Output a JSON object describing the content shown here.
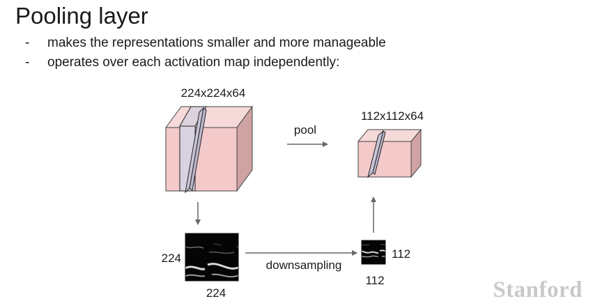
{
  "slide": {
    "title": "Pooling layer",
    "bullets": [
      "makes the representations smaller and more manageable",
      "operates over each activation map independently:"
    ],
    "bullet_marker": "-"
  },
  "diagram": {
    "input_volume_label": "224x224x64",
    "output_volume_label": "112x112x64",
    "pool_label": "pool",
    "downsampling_label": "downsampling",
    "input_map_height_label": "224",
    "input_map_width_label": "224",
    "output_map_height_label": "112",
    "output_map_width_label": "112"
  },
  "colors": {
    "volume_front": "#f3c9c9",
    "volume_top": "#f6d9d9",
    "volume_side": "#cfa3a3",
    "slice": "#c8c4d6",
    "arrow": "#666666"
  },
  "watermark": "Stanford"
}
